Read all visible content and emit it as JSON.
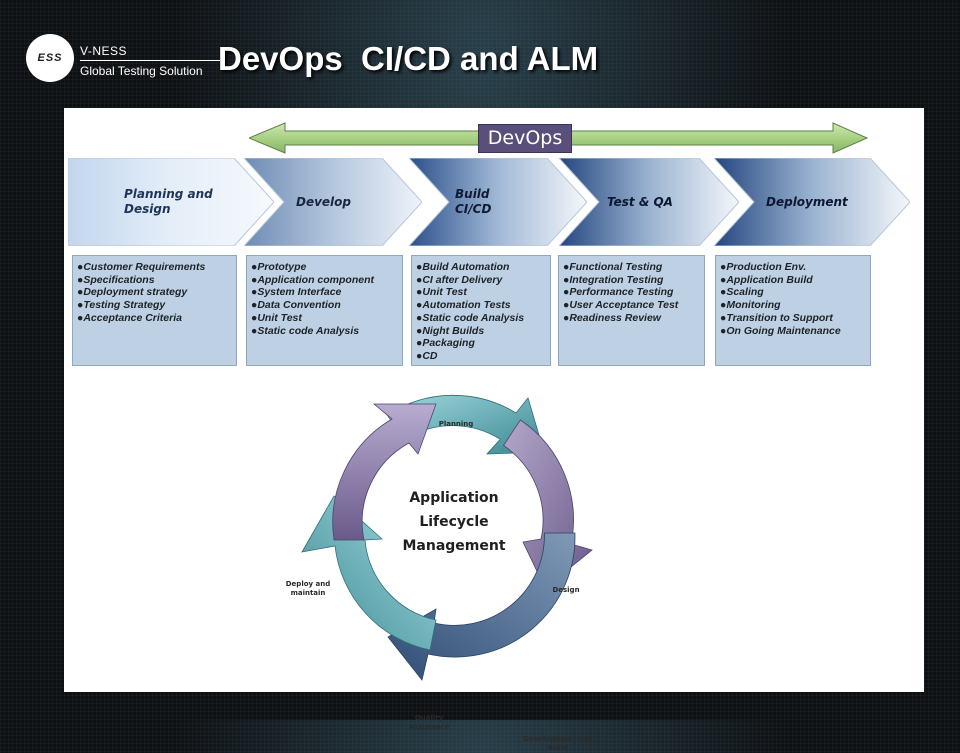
{
  "header": {
    "logo_mark": "ESS",
    "logo_brand": "V-NESS",
    "logo_tagline": "Global Testing Solution",
    "title": "DevOps  CI/CD and ALM"
  },
  "devops_banner": {
    "label": "DevOps"
  },
  "phases": [
    {
      "label_lines": [
        "Planning and",
        "Design"
      ],
      "items": [
        "Customer Requirements",
        "Specifications",
        "Deployment strategy",
        "Testing Strategy",
        "Acceptance Criteria"
      ]
    },
    {
      "label_lines": [
        "Develop"
      ],
      "items": [
        "Prototype",
        "Application component",
        "System Interface",
        "Data Convention",
        "Unit Test",
        "Static code Analysis"
      ]
    },
    {
      "label_lines": [
        "Build",
        "CI/CD"
      ],
      "items": [
        "Build Automation",
        "CI after Delivery",
        "Unit Test",
        "Automation Tests",
        "Static code Analysis",
        "Night Builds",
        "Packaging",
        "CD"
      ]
    },
    {
      "label_lines": [
        "Test & QA"
      ],
      "items": [
        "Functional Testing",
        "Integration Testing",
        "Performance Testing",
        "User Acceptance Test",
        "Readiness Review"
      ]
    },
    {
      "label_lines": [
        "Deployment"
      ],
      "items": [
        "Production Env.",
        "Application Build",
        "Scaling",
        "Monitoring",
        "Transition to Support",
        "On Going Maintenance"
      ]
    }
  ],
  "alm": {
    "center_lines": [
      "Application",
      "Lifecycle",
      "Management"
    ],
    "stages": {
      "planning": "Planning",
      "design": "Design",
      "development_line1": "Development and",
      "development_line2": "Build",
      "qa": "Quality Assurance",
      "deploy_line1": "Deploy and",
      "deploy_line2": "maintain"
    }
  },
  "colors": {
    "phase_text": [
      "#1f3458",
      "#1a2540",
      "#101a33",
      "#0d1733",
      "#0d1733"
    ],
    "devops_bar": "#a8d184",
    "devops_label_bg": "#5a4f7a",
    "alm_teal": "#4f9fa9",
    "alm_purple": "#8a7aa8",
    "alm_navy": "#4a6a92"
  }
}
